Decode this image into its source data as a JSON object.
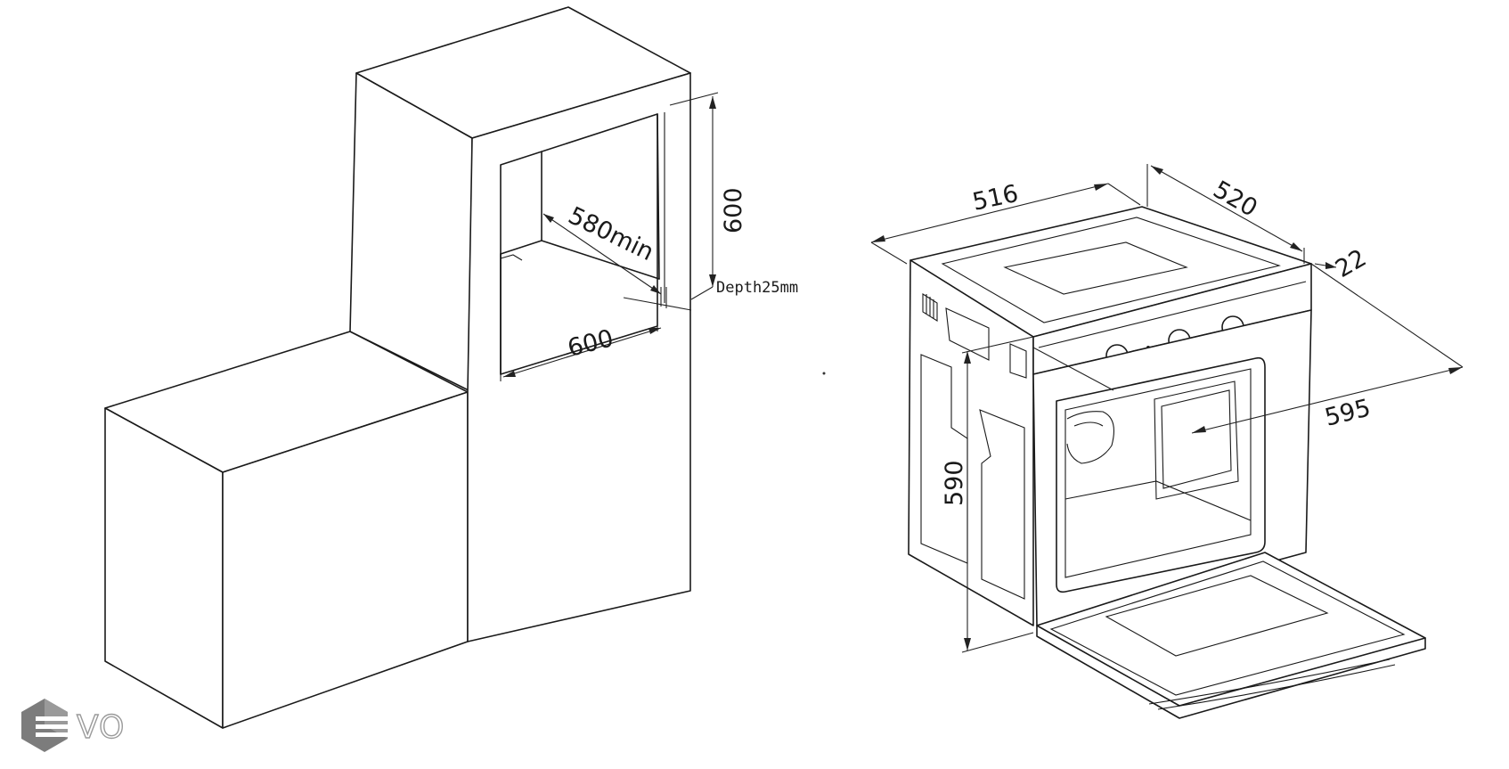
{
  "niche_diagram": {
    "labels": {
      "depth_min": "580min",
      "height": "600",
      "width": "600",
      "clearance": "Depth25mm"
    }
  },
  "oven_diagram": {
    "labels": {
      "top_width": "516",
      "top_depth": "520",
      "panel": "22",
      "front_width": "595",
      "front_height": "590"
    }
  },
  "logo": {
    "text": "VO"
  }
}
